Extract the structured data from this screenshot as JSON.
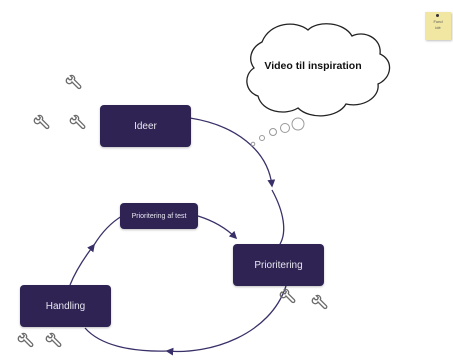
{
  "diagram": {
    "nodes": {
      "ideas": "Ideer",
      "pilot": "Prioritering af test",
      "prioritization": "Prioritering",
      "action": "Handling"
    },
    "thought_cloud": "Video til inspiration",
    "sticky_note": "Fund\nidé",
    "icons": [
      "wrench-icon",
      "thought-bubble-icon",
      "sticky-note-icon"
    ],
    "colors": {
      "node_fill": "#2e2352",
      "node_text": "#e9e6f2",
      "arrow": "#3a3069",
      "wrench": "#6b6b6b"
    }
  }
}
